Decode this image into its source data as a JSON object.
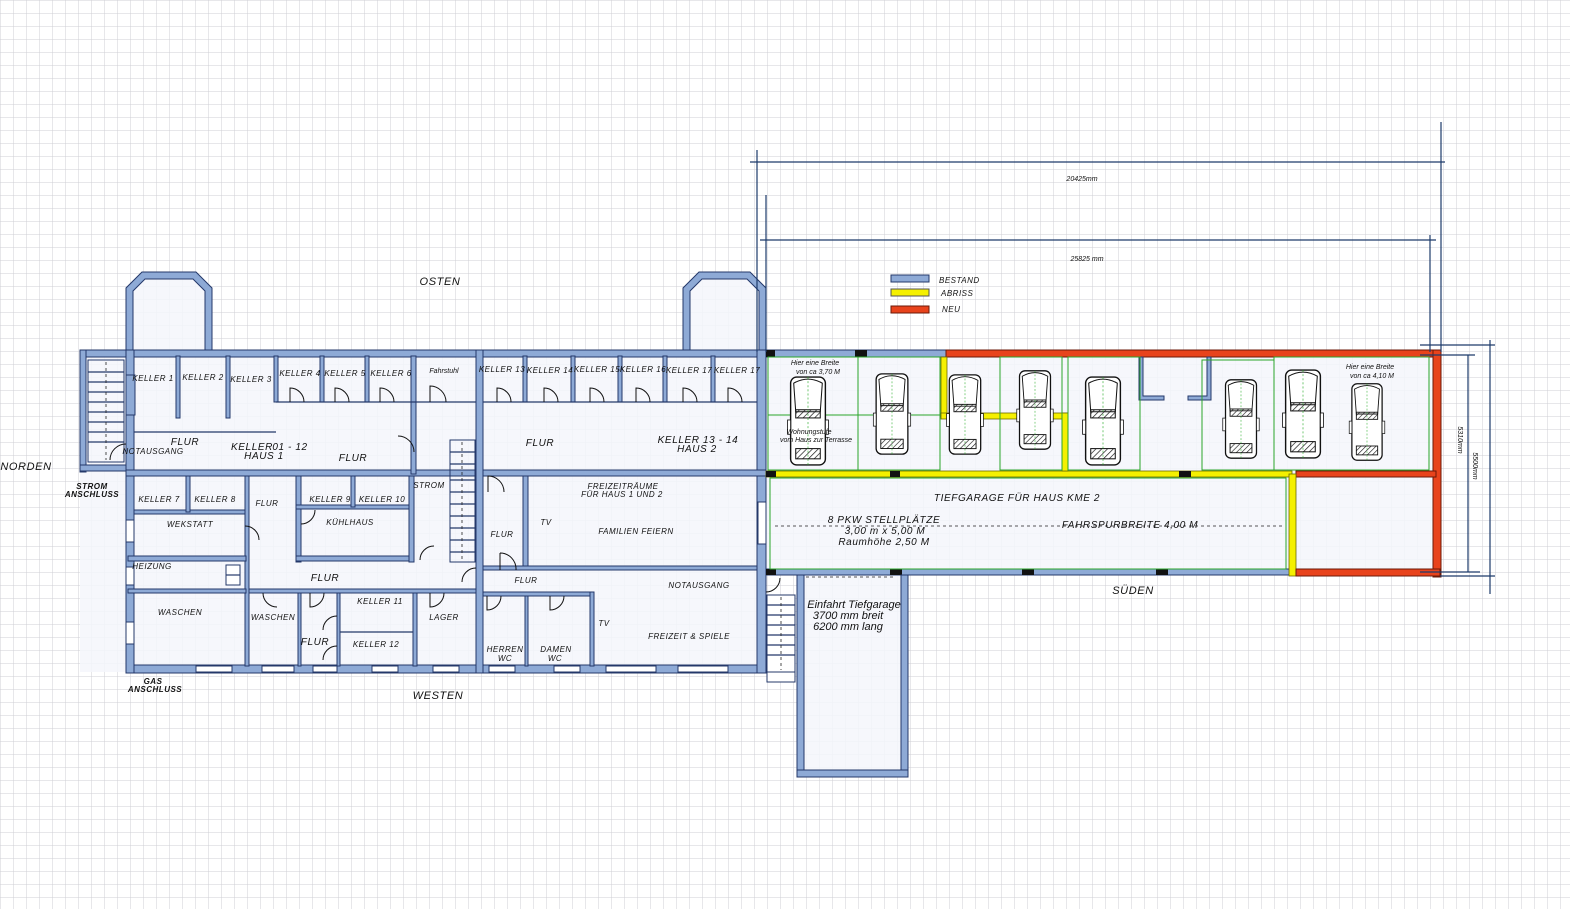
{
  "compass": {
    "east": "OSTEN",
    "west": "WESTEN",
    "north": "NORDEN",
    "south": "SÜDEN"
  },
  "utilities": {
    "power": [
      "STROM",
      "ANSCHLUSS"
    ],
    "gas": [
      "GAS",
      "ANSCHLUSS"
    ]
  },
  "legend": [
    {
      "label": "BESTAND",
      "color": "#8eaad6"
    },
    {
      "label": "ABRISS",
      "color": "#f5f000"
    },
    {
      "label": "NEU",
      "color": "#e8431c"
    }
  ],
  "dimensions": {
    "top_outer": "20425mm",
    "top_inner": "25825 mm",
    "right_inner": "5310mm",
    "right_outer": "5500mm"
  },
  "rooms": {
    "keller_1": "KELLER 1",
    "keller_2": "KELLER 2",
    "keller_3": "KELLER 3",
    "keller_4": "KELLER 4",
    "keller_5": "KELLER 5",
    "keller_6": "KELLER 6",
    "fahrstuhl": "Fahrstuhl",
    "keller_13": "KELLER 13",
    "keller_14": "KELLER 14",
    "keller_15": "KELLER 15",
    "keller_16": "KELLER 16",
    "keller_17a": "KELLER 17",
    "keller_17b": "KELLER 17",
    "notausgang_1": "NOTAUSGANG",
    "flur_1": "FLUR",
    "keller_haus1": [
      "KELLER",
      "HAUS 1"
    ],
    "keller_range1": "01 - 12",
    "flur_2": "FLUR",
    "flur_3": "FLUR",
    "keller_haus2": [
      "KELLER    13 - 14",
      "HAUS 2"
    ],
    "keller_7": "KELLER 7",
    "keller_8": "KELLER 8",
    "flur_4": "FLUR",
    "keller_9": "KELLER 9",
    "keller_10": "KELLER 10",
    "strom": "STROM",
    "werkstatt": "WEKSTATT",
    "kuehlhaus": "KÜHLHAUS",
    "heizung": "HEIZUNG",
    "flur_5": "FLUR",
    "waschen_1": "WASCHEN",
    "waschen_2": "WASCHEN",
    "keller_11": "KELLER 11",
    "flur_6": "FLUR",
    "keller_12": "KELLER 12",
    "lager": "LAGER",
    "flur_7": "FLUR",
    "tv_1": "TV",
    "freizeitraeume": [
      "FREIZEITRÄUME",
      "FÜR HAUS 1 UND 2"
    ],
    "familien_feiern": "FAMILIEN FEIERN",
    "flur_8": "FLUR",
    "notausgang_2": "NOTAUSGANG",
    "tv_2": "TV",
    "freizeit_spiele": "FREIZEIT & SPIELE",
    "herren_wc": [
      "HERREN",
      "WC"
    ],
    "damen_wc": [
      "DAMEN",
      "WC"
    ]
  },
  "garage": {
    "note_left": [
      "Hier eine Breite",
      "von ca 3,70 M"
    ],
    "note_step": [
      "Wohnungstufe",
      "vom Haus zur Terrasse"
    ],
    "note_right": [
      "Hier eine Breite",
      "von ca 4,10 M"
    ],
    "title": "TIEFGARAGE FÜR HAUS KME 2",
    "spaces": [
      "8  PKW  STELLPLÄTZE",
      "3,00 m x 5,00 M",
      "Raumhöhe   2,50 M"
    ],
    "lane": "FAHRSPURBREITE   4,00 M",
    "entrance": [
      "Einfahrt   Tiefgarage",
      "3700 mm breit",
      "6200 mm lang"
    ],
    "car_count": 8
  }
}
